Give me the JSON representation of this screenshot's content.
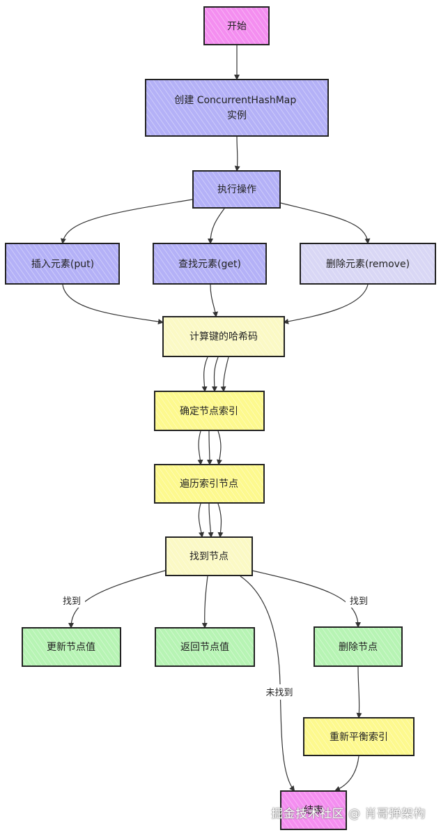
{
  "colors": {
    "pink": "#f48ef0",
    "purple": "#b4b1f7",
    "lavender": "#d9d7f5",
    "yellow": "#fdf98e",
    "pale_yellow": "#fbf9c5",
    "green": "#b7f4b4"
  },
  "nodes": {
    "start": "开始",
    "create_line1": "创建 ConcurrentHashMap",
    "create_line2": "实例",
    "execute": "执行操作",
    "insert": "插入元素(put)",
    "lookup": "查找元素(get)",
    "delete_elem": "删除元素(remove)",
    "hash": "计算键的哈希码",
    "index": "确定节点索引",
    "traverse": "遍历索引节点",
    "found_node": "找到节点",
    "update": "更新节点值",
    "return_val": "返回节点值",
    "delete_node": "删除节点",
    "rebalance": "重新平衡索引",
    "end": "结束"
  },
  "edge_labels": {
    "found_left": "找到",
    "found_right": "找到",
    "not_found": "未找到"
  },
  "watermark": "掘金技术社区 @ 肖哥弹架构"
}
